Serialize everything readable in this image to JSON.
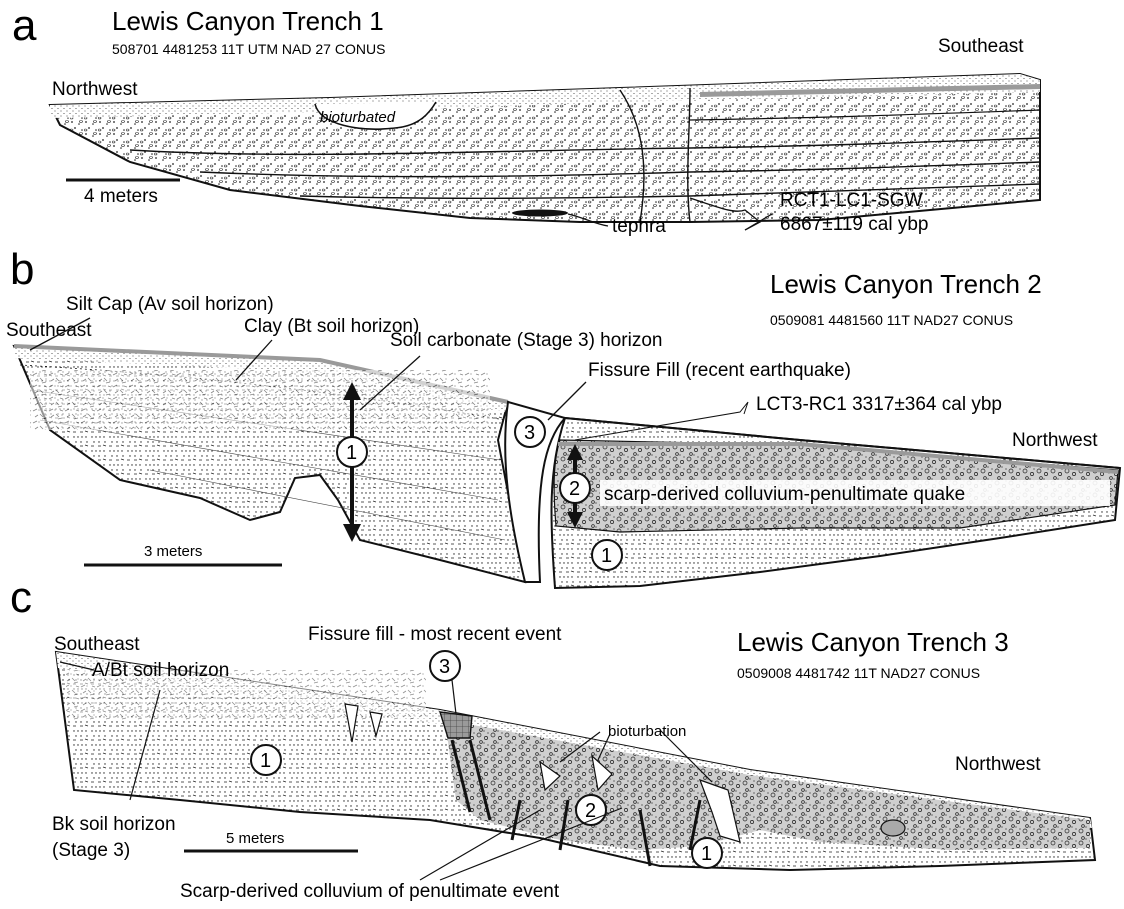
{
  "panels": {
    "a": {
      "letter": "a",
      "title": "Lewis Canyon Trench 1",
      "coords": "508701  4481253  11T UTM  NAD 27 CONUS",
      "left_label": "Northwest",
      "right_label": "Southeast",
      "bioturbated": "bioturbated",
      "scale": "4 meters",
      "tephra": "tephra",
      "sample_id": "RCT1-LC1-SGW",
      "sample_age": "6867±119 cal ybp"
    },
    "b": {
      "letter": "b",
      "title": "Lewis Canyon Trench 2",
      "coords": "0509081  4481560  11T NAD27 CONUS",
      "left_label": "Southeast",
      "right_label": "Northwest",
      "silt_cap": "Silt Cap (Av soil horizon)",
      "clay": "Clay (Bt soil horizon)",
      "soil_carbonate": "Soil carbonate (Stage 3) horizon",
      "fissure_fill": "Fissure Fill (recent earthquake)",
      "sample": "LCT3-RC1  3317±364 cal ybp",
      "colluvium": "scarp-derived colluvium-penultimate quake",
      "scale": "3 meters",
      "unit1": "1",
      "unit2": "2",
      "unit3": "3"
    },
    "c": {
      "letter": "c",
      "title": "Lewis Canyon Trench 3",
      "coords": "0509008  4481742  11T NAD27 CONUS",
      "left_label": "Southeast",
      "right_label": "Northwest",
      "abt": "A/Bt soil horizon",
      "fissure_fill": "Fissure fill - most recent event",
      "bioturbation": "bioturbation",
      "bk_line1": "Bk soil horizon",
      "bk_line2": "(Stage 3)",
      "scale": "5 meters",
      "colluvium": "Scarp-derived colluvium of penultimate event",
      "unit1": "1",
      "unit2": "2",
      "unit3": "3"
    }
  },
  "colors": {
    "ink": "#111111",
    "silt_cap": "#9a9a9a",
    "colluvium": "#c9c9c9",
    "fissure_grid": "#8a8a8a"
  }
}
